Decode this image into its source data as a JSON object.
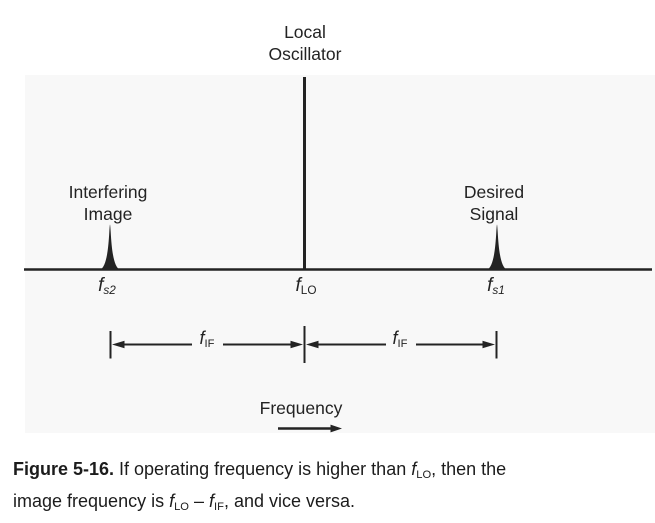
{
  "figure": {
    "local_oscillator": {
      "line1": "Local",
      "line2": "Oscillator"
    },
    "interfering_image": {
      "line1": "Interfering",
      "line2": "Image"
    },
    "desired_signal": {
      "line1": "Desired",
      "line2": "Signal"
    },
    "axis_labels": {
      "fs2": {
        "base": "f",
        "sub": "s2"
      },
      "flo": {
        "base": "f",
        "sub": "LO"
      },
      "fs1": {
        "base": "f",
        "sub": "s1"
      }
    },
    "spans": {
      "fif_left": {
        "base": "f",
        "sub": "IF"
      },
      "fif_right": {
        "base": "f",
        "sub": "IF"
      }
    },
    "frequency_label": "Frequency"
  },
  "caption": {
    "line1": {
      "label": "Figure 5-16.",
      "text1": " If operating frequency is higher than ",
      "math1": {
        "base": "f",
        "sub": "LO"
      },
      "text2": ", then the"
    },
    "line2": {
      "text1": "image frequency is ",
      "math1": {
        "base": "f",
        "sub": "LO"
      },
      "text2": " – ",
      "math2": {
        "base": "f",
        "sub": "IF"
      },
      "text3": ", and vice versa."
    }
  },
  "colors": {
    "ink": "#232323",
    "panel_bg": "#f8f8f8",
    "page_bg": "#ffffff",
    "caption_ink": "#1c1c1c"
  }
}
